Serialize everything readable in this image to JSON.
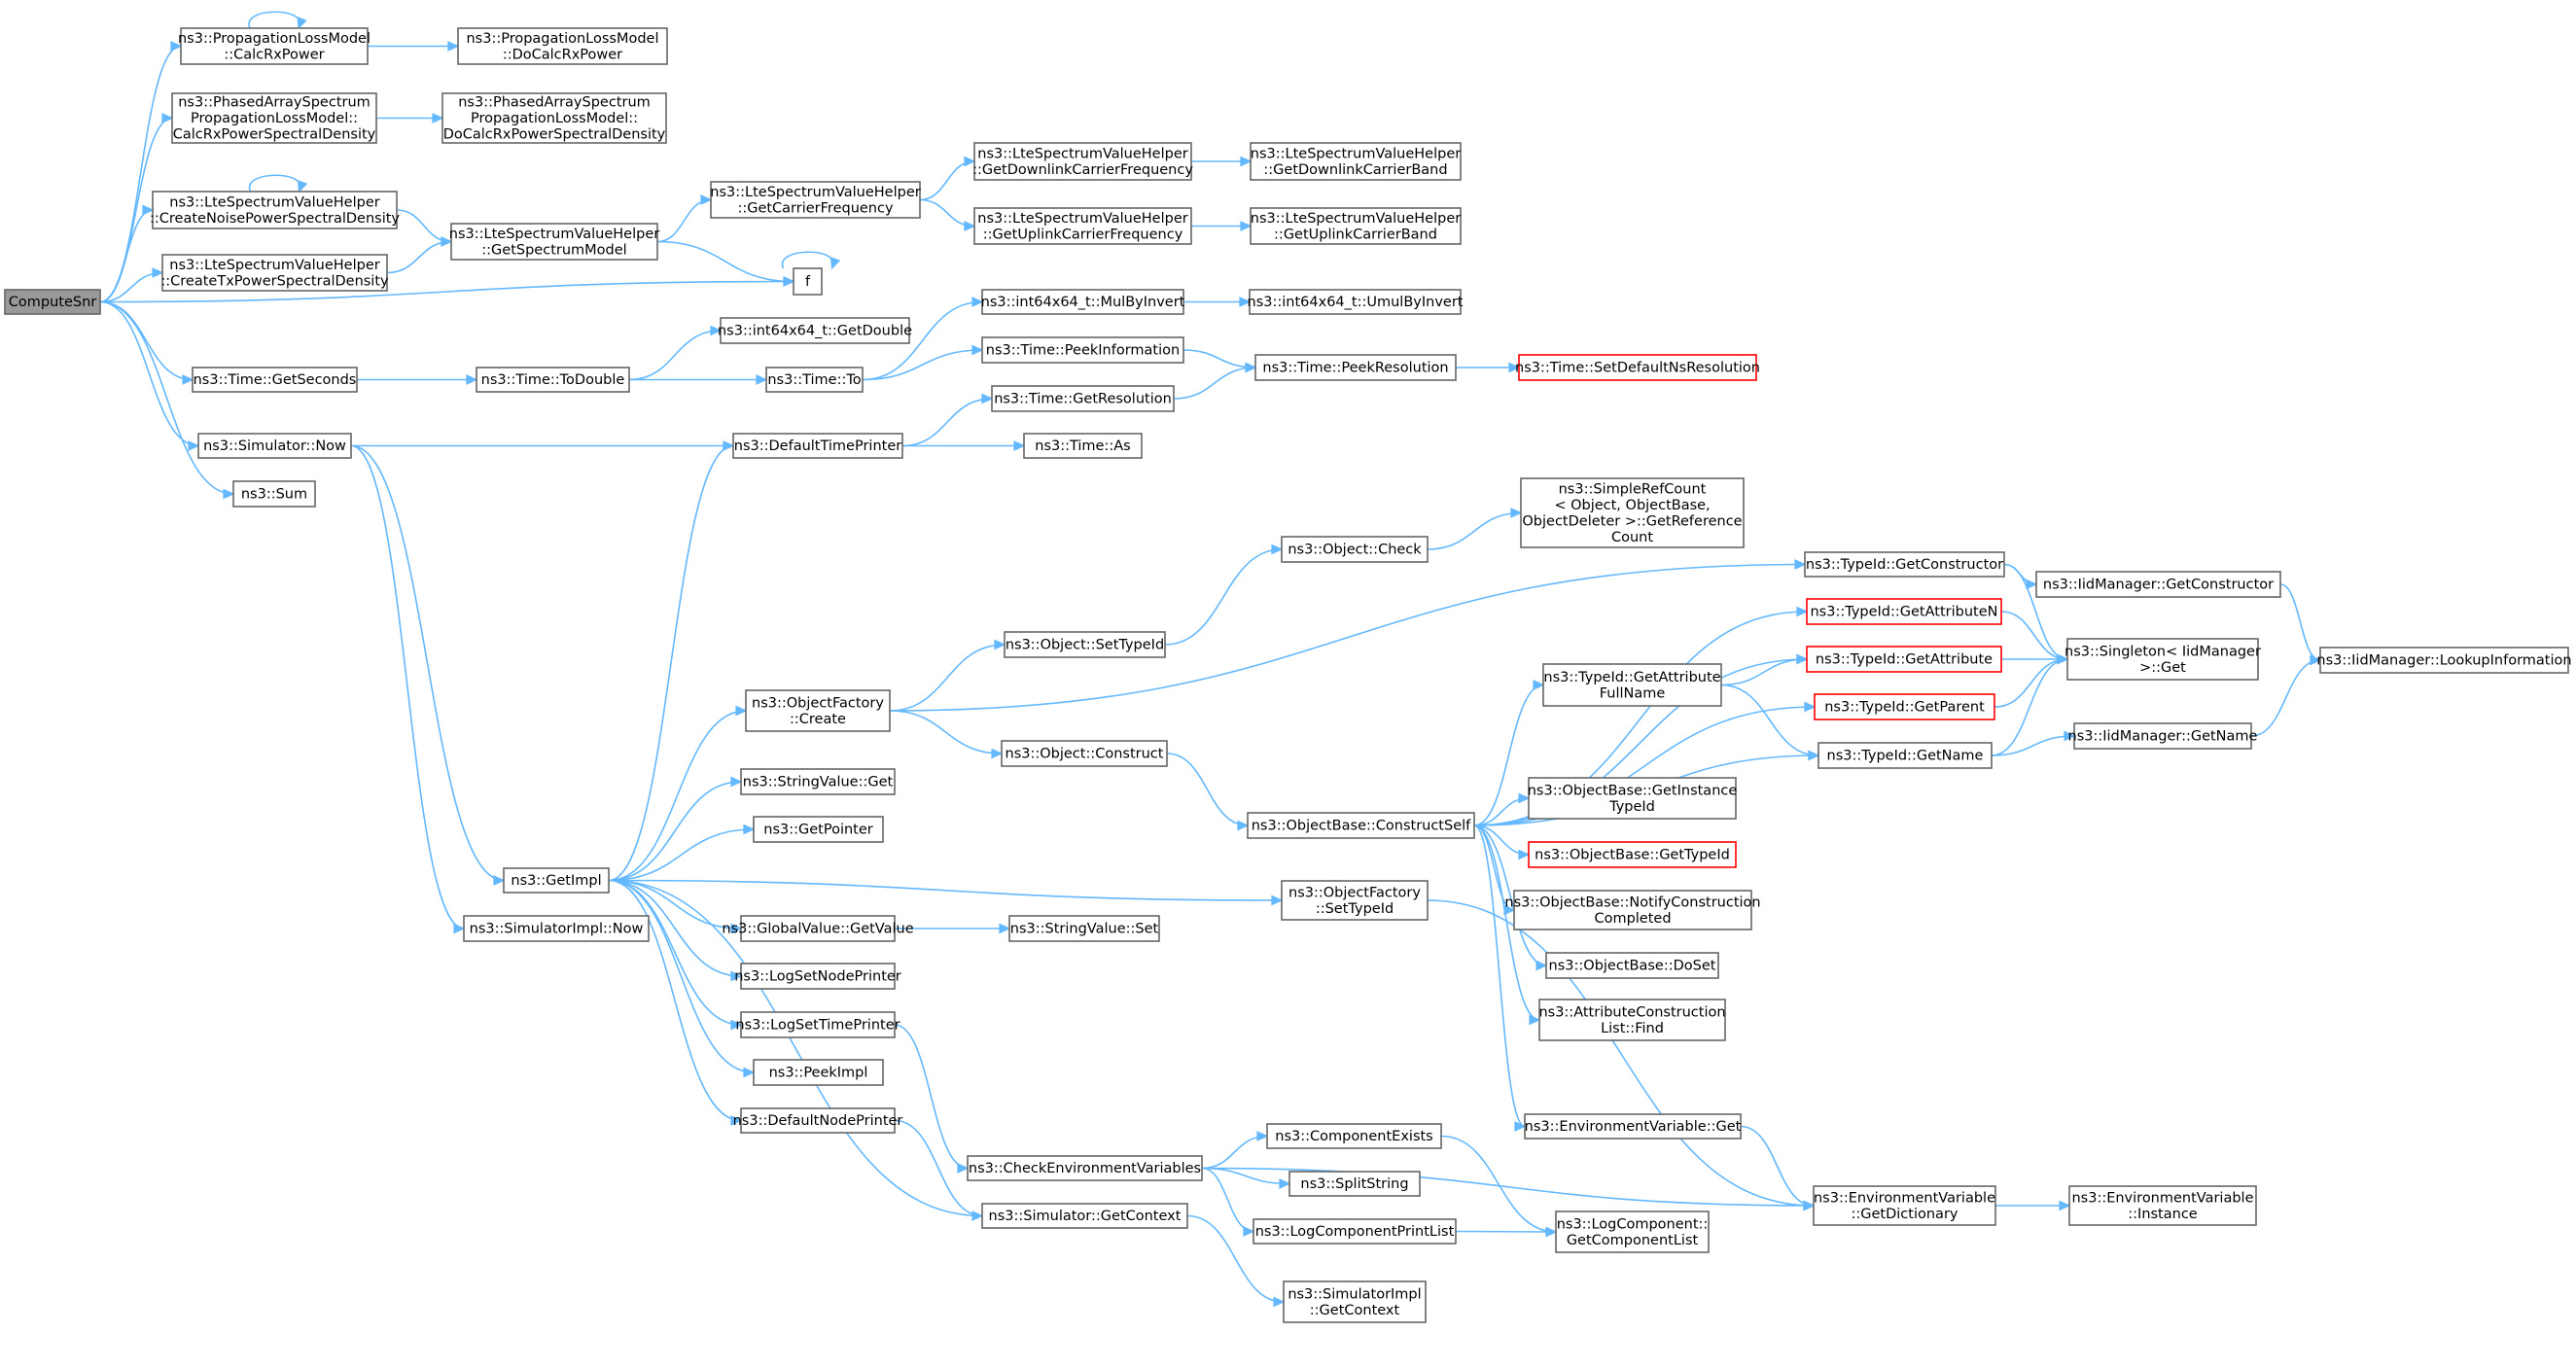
{
  "graph": {
    "nodes": [
      {
        "id": "n0",
        "lines": [
          "ComputeSnr"
        ],
        "root": true
      },
      {
        "id": "n1",
        "lines": [
          "ns3::PropagationLossModel",
          "::CalcRxPower"
        ]
      },
      {
        "id": "n2",
        "lines": [
          "ns3::PropagationLossModel",
          "::DoCalcRxPower"
        ]
      },
      {
        "id": "n3",
        "lines": [
          "ns3::PhasedArraySpectrum",
          "PropagationLossModel::",
          "CalcRxPowerSpectralDensity"
        ]
      },
      {
        "id": "n4",
        "lines": [
          "ns3::PhasedArraySpectrum",
          "PropagationLossModel::",
          "DoCalcRxPowerSpectralDensity"
        ]
      },
      {
        "id": "n5",
        "lines": [
          "ns3::LteSpectrumValueHelper",
          "::CreateNoisePowerSpectralDensity"
        ]
      },
      {
        "id": "n6",
        "lines": [
          "ns3::LteSpectrumValueHelper",
          "::GetSpectrumModel"
        ]
      },
      {
        "id": "n7",
        "lines": [
          "ns3::LteSpectrumValueHelper",
          "::GetCarrierFrequency"
        ]
      },
      {
        "id": "n8",
        "lines": [
          "ns3::LteSpectrumValueHelper",
          "::GetDownlinkCarrierFrequency"
        ]
      },
      {
        "id": "n9",
        "lines": [
          "ns3::LteSpectrumValueHelper",
          "::GetDownlinkCarrierBand"
        ]
      },
      {
        "id": "n10",
        "lines": [
          "ns3::LteSpectrumValueHelper",
          "::GetUplinkCarrierFrequency"
        ]
      },
      {
        "id": "n11",
        "lines": [
          "ns3::LteSpectrumValueHelper",
          "::GetUplinkCarrierBand"
        ]
      },
      {
        "id": "n12",
        "lines": [
          "ns3::LteSpectrumValueHelper",
          "::CreateTxPowerSpectralDensity"
        ]
      },
      {
        "id": "n13",
        "lines": [
          "f"
        ]
      },
      {
        "id": "n14",
        "lines": [
          "ns3::int64x64_t::MulByInvert"
        ]
      },
      {
        "id": "n15",
        "lines": [
          "ns3::int64x64_t::UmulByInvert"
        ]
      },
      {
        "id": "n16",
        "lines": [
          "ns3::int64x64_t::GetDouble"
        ]
      },
      {
        "id": "n17",
        "lines": [
          "ns3::Time::GetSeconds"
        ]
      },
      {
        "id": "n18",
        "lines": [
          "ns3::Time::ToDouble"
        ]
      },
      {
        "id": "n19",
        "lines": [
          "ns3::Time::To"
        ]
      },
      {
        "id": "n20",
        "lines": [
          "ns3::Time::PeekInformation"
        ]
      },
      {
        "id": "n21",
        "lines": [
          "ns3::Time::PeekResolution"
        ]
      },
      {
        "id": "n22",
        "lines": [
          "ns3::Time::SetDefaultNsResolution"
        ],
        "red": true
      },
      {
        "id": "n23",
        "lines": [
          "ns3::Time::GetResolution"
        ]
      },
      {
        "id": "n24",
        "lines": [
          "ns3::Simulator::Now"
        ]
      },
      {
        "id": "n25",
        "lines": [
          "ns3::DefaultTimePrinter"
        ]
      },
      {
        "id": "n26",
        "lines": [
          "ns3::Time::As"
        ]
      },
      {
        "id": "n27",
        "lines": [
          "ns3::Sum"
        ]
      },
      {
        "id": "n28",
        "lines": [
          "ns3::SimpleRefCount",
          "< Object, ObjectBase,",
          " ObjectDeleter >::GetReference",
          "Count"
        ]
      },
      {
        "id": "n29",
        "lines": [
          "ns3::Object::Check"
        ]
      },
      {
        "id": "n30",
        "lines": [
          "ns3::TypeId::GetConstructor"
        ]
      },
      {
        "id": "n31",
        "lines": [
          "ns3::IidManager::GetConstructor"
        ]
      },
      {
        "id": "n32",
        "lines": [
          "ns3::TypeId::GetAttributeN"
        ],
        "red": true
      },
      {
        "id": "n33",
        "lines": [
          "ns3::Object::SetTypeId"
        ]
      },
      {
        "id": "n34",
        "lines": [
          "ns3::Singleton< IidManager",
          " >::Get"
        ]
      },
      {
        "id": "n35",
        "lines": [
          "ns3::IidManager::LookupInformation"
        ]
      },
      {
        "id": "n36",
        "lines": [
          "ns3::TypeId::GetAttribute",
          "FullName"
        ]
      },
      {
        "id": "n37",
        "lines": [
          "ns3::TypeId::GetAttribute"
        ],
        "red": true
      },
      {
        "id": "n38",
        "lines": [
          "ns3::ObjectFactory",
          "::Create"
        ]
      },
      {
        "id": "n39",
        "lines": [
          "ns3::TypeId::GetParent"
        ],
        "red": true
      },
      {
        "id": "n40",
        "lines": [
          "ns3::Object::Construct"
        ]
      },
      {
        "id": "n41",
        "lines": [
          "ns3::TypeId::GetName"
        ]
      },
      {
        "id": "n42",
        "lines": [
          "ns3::IidManager::GetName"
        ]
      },
      {
        "id": "n43",
        "lines": [
          "ns3::StringValue::Get"
        ]
      },
      {
        "id": "n44",
        "lines": [
          "ns3::ObjectBase::GetInstance",
          "TypeId"
        ]
      },
      {
        "id": "n45",
        "lines": [
          "ns3::ObjectBase::ConstructSelf"
        ]
      },
      {
        "id": "n46",
        "lines": [
          "ns3::GetPointer"
        ]
      },
      {
        "id": "n47",
        "lines": [
          "ns3::ObjectBase::GetTypeId"
        ],
        "red": true
      },
      {
        "id": "n48",
        "lines": [
          "ns3::GetImpl"
        ]
      },
      {
        "id": "n49",
        "lines": [
          "ns3::ObjectFactory",
          "::SetTypeId"
        ]
      },
      {
        "id": "n50",
        "lines": [
          "ns3::ObjectBase::NotifyConstruction",
          "Completed"
        ]
      },
      {
        "id": "n51",
        "lines": [
          "ns3::SimulatorImpl::Now"
        ]
      },
      {
        "id": "n52",
        "lines": [
          "ns3::GlobalValue::GetValue"
        ]
      },
      {
        "id": "n53",
        "lines": [
          "ns3::StringValue::Set"
        ]
      },
      {
        "id": "n54",
        "lines": [
          "ns3::ObjectBase::DoSet"
        ]
      },
      {
        "id": "n55",
        "lines": [
          "ns3::LogSetNodePrinter"
        ]
      },
      {
        "id": "n56",
        "lines": [
          "ns3::AttributeConstruction",
          "List::Find"
        ]
      },
      {
        "id": "n57",
        "lines": [
          "ns3::LogSetTimePrinter"
        ]
      },
      {
        "id": "n58",
        "lines": [
          "ns3::PeekImpl"
        ]
      },
      {
        "id": "n59",
        "lines": [
          "ns3::EnvironmentVariable::Get"
        ]
      },
      {
        "id": "n60",
        "lines": [
          "ns3::DefaultNodePrinter"
        ]
      },
      {
        "id": "n61",
        "lines": [
          "ns3::ComponentExists"
        ]
      },
      {
        "id": "n62",
        "lines": [
          "ns3::CheckEnvironmentVariables"
        ]
      },
      {
        "id": "n63",
        "lines": [
          "ns3::SplitString"
        ]
      },
      {
        "id": "n64",
        "lines": [
          "ns3::EnvironmentVariable",
          "::GetDictionary"
        ]
      },
      {
        "id": "n65",
        "lines": [
          "ns3::EnvironmentVariable",
          "::Instance"
        ]
      },
      {
        "id": "n66",
        "lines": [
          "ns3::Simulator::GetContext"
        ]
      },
      {
        "id": "n67",
        "lines": [
          "ns3::LogComponentPrintList"
        ]
      },
      {
        "id": "n68",
        "lines": [
          "ns3::LogComponent::",
          "GetComponentList"
        ]
      },
      {
        "id": "n69",
        "lines": [
          "ns3::SimulatorImpl",
          "::GetContext"
        ]
      }
    ],
    "edges": [
      [
        "n0",
        "n1"
      ],
      [
        "n1",
        "n1"
      ],
      [
        "n1",
        "n2"
      ],
      [
        "n0",
        "n3"
      ],
      [
        "n3",
        "n4"
      ],
      [
        "n0",
        "n5"
      ],
      [
        "n5",
        "n5"
      ],
      [
        "n5",
        "n6"
      ],
      [
        "n0",
        "n12"
      ],
      [
        "n12",
        "n6"
      ],
      [
        "n6",
        "n7"
      ],
      [
        "n6",
        "n13"
      ],
      [
        "n7",
        "n8"
      ],
      [
        "n7",
        "n10"
      ],
      [
        "n8",
        "n9"
      ],
      [
        "n10",
        "n11"
      ],
      [
        "n0",
        "n13"
      ],
      [
        "n13",
        "n13"
      ],
      [
        "n0",
        "n17"
      ],
      [
        "n17",
        "n18"
      ],
      [
        "n18",
        "n16"
      ],
      [
        "n18",
        "n19"
      ],
      [
        "n19",
        "n14"
      ],
      [
        "n14",
        "n15"
      ],
      [
        "n19",
        "n20"
      ],
      [
        "n20",
        "n21"
      ],
      [
        "n21",
        "n22"
      ],
      [
        "n0",
        "n24"
      ],
      [
        "n0",
        "n27"
      ],
      [
        "n24",
        "n48"
      ],
      [
        "n24",
        "n51"
      ],
      [
        "n25",
        "n24"
      ],
      [
        "n25",
        "n23"
      ],
      [
        "n25",
        "n26"
      ],
      [
        "n23",
        "n21"
      ],
      [
        "n48",
        "n25"
      ],
      [
        "n48",
        "n38"
      ],
      [
        "n48",
        "n43"
      ],
      [
        "n48",
        "n46"
      ],
      [
        "n48",
        "n49"
      ],
      [
        "n48",
        "n52"
      ],
      [
        "n48",
        "n55"
      ],
      [
        "n48",
        "n57"
      ],
      [
        "n48",
        "n58"
      ],
      [
        "n48",
        "n60"
      ],
      [
        "n38",
        "n30"
      ],
      [
        "n38",
        "n33"
      ],
      [
        "n38",
        "n40"
      ],
      [
        "n33",
        "n29"
      ],
      [
        "n29",
        "n28"
      ],
      [
        "n30",
        "n31"
      ],
      [
        "n30",
        "n34"
      ],
      [
        "n31",
        "n35"
      ],
      [
        "n40",
        "n45"
      ],
      [
        "n45",
        "n32"
      ],
      [
        "n45",
        "n36"
      ],
      [
        "n45",
        "n37"
      ],
      [
        "n45",
        "n39"
      ],
      [
        "n45",
        "n41"
      ],
      [
        "n45",
        "n44"
      ],
      [
        "n45",
        "n47"
      ],
      [
        "n45",
        "n50"
      ],
      [
        "n45",
        "n54"
      ],
      [
        "n45",
        "n56"
      ],
      [
        "n45",
        "n59"
      ],
      [
        "n32",
        "n34"
      ],
      [
        "n36",
        "n37"
      ],
      [
        "n36",
        "n41"
      ],
      [
        "n37",
        "n34"
      ],
      [
        "n39",
        "n34"
      ],
      [
        "n41",
        "n34"
      ],
      [
        "n41",
        "n42"
      ],
      [
        "n42",
        "n35"
      ],
      [
        "n49",
        "n64"
      ],
      [
        "n52",
        "n53"
      ],
      [
        "n57",
        "n62"
      ],
      [
        "n60",
        "n66"
      ],
      [
        "n66",
        "n48"
      ],
      [
        "n66",
        "n69"
      ],
      [
        "n62",
        "n61"
      ],
      [
        "n62",
        "n63"
      ],
      [
        "n62",
        "n67"
      ],
      [
        "n62",
        "n64"
      ],
      [
        "n61",
        "n68"
      ],
      [
        "n67",
        "n68"
      ],
      [
        "n59",
        "n64"
      ],
      [
        "n64",
        "n65"
      ]
    ],
    "colors": {
      "edge": "#63b8ff",
      "node_border": "#666666",
      "node_border_highlight": "#ff0000",
      "root_fill": "#999999"
    }
  }
}
